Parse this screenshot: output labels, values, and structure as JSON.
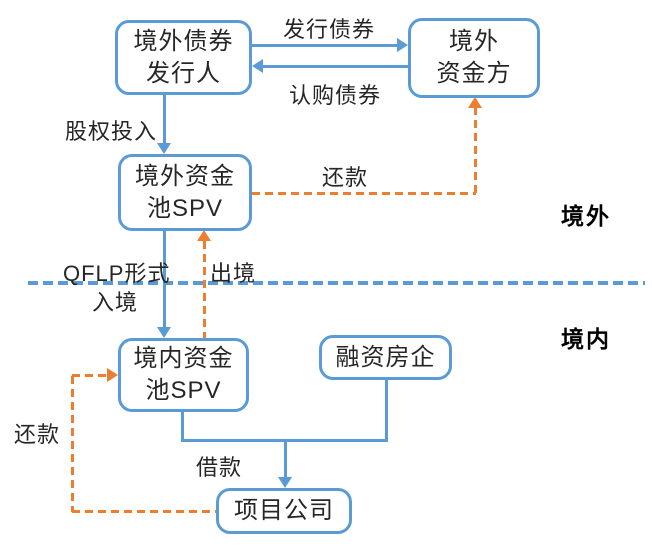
{
  "colors": {
    "blue": "#5B9BD5",
    "orange": "#ED7D31",
    "text": "#262626"
  },
  "regions": {
    "offshore": "境外",
    "onshore": "境内"
  },
  "nodes": {
    "offshore_bond_issuer": "境外债券\n发行人",
    "offshore_capital_provider": "境外\n资金方",
    "offshore_pool_spv": "境外资金\n池SPV",
    "onshore_pool_spv": "境内资金\n池SPV",
    "financing_developer": "融资房企",
    "project_company": "项目公司"
  },
  "edges": {
    "issue_bonds": "发行债券",
    "subscribe_bonds": "认购债券",
    "equity_investment": "股权投入",
    "repayment_offshore": "还款",
    "qflp_entry_line1": "QFLP形式",
    "qflp_entry_line2": "入境",
    "outbound": "出境",
    "loan": "借款",
    "repayment_onshore": "还款"
  }
}
